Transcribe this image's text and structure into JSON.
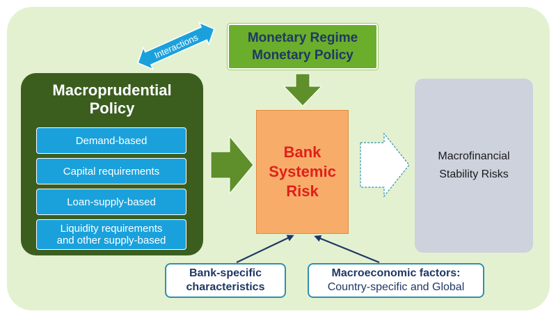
{
  "macroprudential": {
    "title_line1": "Macroprudential",
    "title_line2": "Policy",
    "items": [
      {
        "label": "Demand-based"
      },
      {
        "label": "Capital requirements"
      },
      {
        "label": "Loan-supply-based"
      },
      {
        "label_line1": "Liquidity requirements",
        "label_line2": "and other supply-based"
      }
    ]
  },
  "monetary": {
    "line1": "Monetary Regime",
    "line2": "Monetary Policy"
  },
  "interactions_label": "Interactions",
  "bank_risk": {
    "line1": "Bank",
    "line2": "Systemic",
    "line3": "Risk"
  },
  "stability": {
    "line1": "Macrofinancial",
    "line2": "Stability Risks"
  },
  "bank_specific": {
    "line1": "Bank-specific",
    "line2": "characteristics"
  },
  "macroeconomic": {
    "title": "Macroeconomic factors:",
    "subtitle": "Country-specific and Global"
  },
  "colors": {
    "background": "#e3f1d0",
    "macro_box": "#3b5e1f",
    "policy_items": "#1aa1dc",
    "monetary_box": "#6aae2b",
    "bank_box": "#f8ac6a",
    "bank_text": "#e0201b",
    "stability_box": "#cdd2dd",
    "arrow_green": "#5f8f2a",
    "interaction_arrow": "#1aa1dc",
    "navy_text": "#1f3864"
  }
}
